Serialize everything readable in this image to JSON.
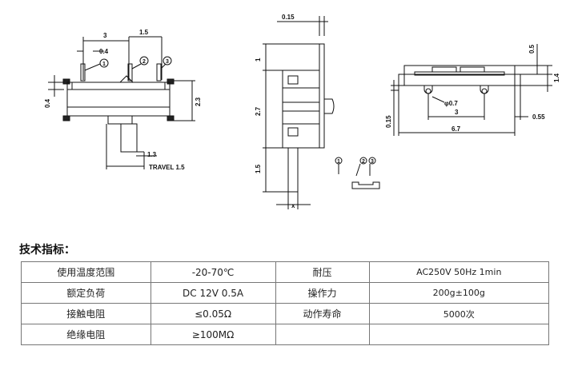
{
  "drawing": {
    "front_view": {
      "dim_top_width": "3",
      "dim_pitch": "1.5",
      "dim_pin_width": "0.4",
      "dim_left_offset": "0.4",
      "dim_height": "2.3",
      "dim_actuator": "1.3",
      "travel_label": "TRAVEL 1.5",
      "pin_markers": [
        "1",
        "2",
        "3"
      ]
    },
    "side_view": {
      "dim_thickness": "0.15",
      "dim_top": "1",
      "dim_body": "2.7",
      "dim_bottom": "1.5",
      "dim_x": "x"
    },
    "top_view": {
      "dim_hole": "φ0.7",
      "dim_pitch": "3",
      "dim_length": "6.7",
      "dim_right_small": "0.55",
      "dim_left_small": "0.15",
      "dim_top_small": "0.5",
      "dim_right_height": "1.4"
    },
    "schematic_markers": [
      "1",
      "2",
      "3"
    ]
  },
  "section_title": "技术指标：",
  "specs": {
    "rows": [
      [
        "使用温度范围",
        "-20-70℃",
        "耐压",
        "AC250V 50Hz 1min"
      ],
      [
        "额定负荷",
        "DC 12V 0.5A",
        "操作力",
        "200g±100g"
      ],
      [
        "接触电阻",
        "≤0.05Ω",
        "动作寿命",
        "5000次"
      ],
      [
        "绝缘电阻",
        "≥100MΩ",
        "",
        ""
      ]
    ]
  }
}
